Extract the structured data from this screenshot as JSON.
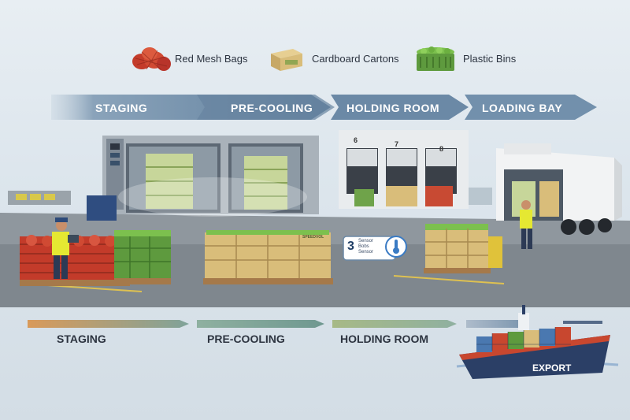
{
  "legend": {
    "items": [
      {
        "label": "Red Mesh Bags",
        "icon": "red-mesh-bag-icon"
      },
      {
        "label": "Cardboard Cartons",
        "icon": "cardboard-carton-icon"
      },
      {
        "label": "Plastic Bins",
        "icon": "plastic-bin-icon"
      }
    ]
  },
  "top_flow": {
    "stages": [
      "STAGING",
      "PRE-COOLING",
      "HOLDING ROOM",
      "LOADING BAY"
    ]
  },
  "bottom_flow": {
    "stages": [
      "STAGING",
      "PRE-COOLING",
      "HOLDING ROOM"
    ],
    "export_label": "EXPORT"
  },
  "dock_doors": [
    "6",
    "7",
    "8"
  ],
  "sensor_badge": {
    "number": "3",
    "line1": "Sensor",
    "line2": "Bobs",
    "line3": "Sensor"
  },
  "crate_text": "SPEEDVOL",
  "colors": {
    "arrow_dark": "#5a7a9a",
    "arrow_light": "#a9bccd",
    "red_produce": "#c8472f",
    "green_bin": "#5e9a3e",
    "carton": "#d9bd7a",
    "ship_hull": "#2b3f66",
    "safety_vest": "#e5e832"
  }
}
